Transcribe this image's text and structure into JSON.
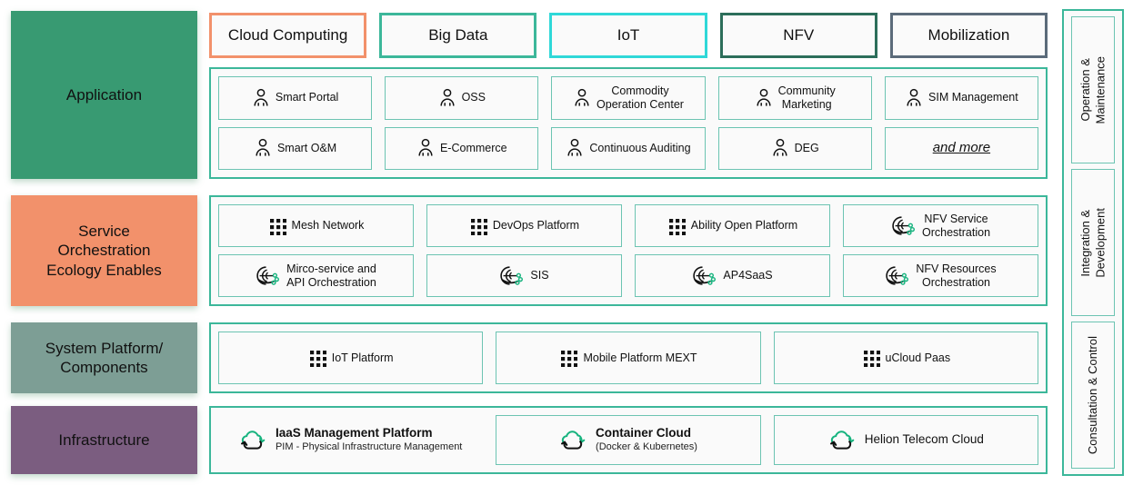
{
  "layers": [
    {
      "key": "application",
      "label": "Application",
      "color": "#389a72"
    },
    {
      "key": "service",
      "label": "Service\nOrchestration\nEcology Enables",
      "color": "#f2916b"
    },
    {
      "key": "system",
      "label": "System Platform/\nComponents",
      "color": "#7d9e95"
    },
    {
      "key": "infrastructure",
      "label": "Infrastructure",
      "color": "#7b5d80"
    }
  ],
  "categories": [
    {
      "label": "Cloud Computing",
      "border": "#f2916b"
    },
    {
      "label": "Big Data",
      "border": "#3cb79a"
    },
    {
      "label": "IoT",
      "border": "#2fd8d8"
    },
    {
      "label": "NFV",
      "border": "#2c6e5a"
    },
    {
      "label": "Mobilization",
      "border": "#5b6b7a"
    }
  ],
  "application_tiles": [
    {
      "label": "Smart Portal",
      "icon": "person-icon"
    },
    {
      "label": "OSS",
      "icon": "person-icon"
    },
    {
      "label": "Commodity\nOperation Center",
      "icon": "person-icon"
    },
    {
      "label": "Community\nMarketing",
      "icon": "person-icon"
    },
    {
      "label": "SIM Management",
      "icon": "person-icon"
    },
    {
      "label": "Smart O&M",
      "icon": "person-icon"
    },
    {
      "label": "E-Commerce",
      "icon": "person-icon"
    },
    {
      "label": "Continuous Auditing",
      "icon": "person-icon"
    },
    {
      "label": "DEG",
      "icon": "person-icon"
    },
    {
      "label": "and more",
      "icon": "none",
      "style": "more"
    }
  ],
  "service_tiles": [
    {
      "label": "Mesh Network",
      "icon": "dot-grid-icon"
    },
    {
      "label": "DevOps Platform",
      "icon": "dot-grid-icon"
    },
    {
      "label": "Ability Open Platform",
      "icon": "dot-grid-icon"
    },
    {
      "label": "NFV Service\nOrchestration",
      "icon": "orchestration-icon"
    },
    {
      "label": "Mirco-service and\nAPI Orchestration",
      "icon": "orchestration-icon"
    },
    {
      "label": "SIS",
      "icon": "orchestration-icon"
    },
    {
      "label": "AP4SaaS",
      "icon": "orchestration-icon"
    },
    {
      "label": "NFV Resources\nOrchestration",
      "icon": "orchestration-icon"
    }
  ],
  "system_tiles": [
    {
      "label": "IoT Platform",
      "icon": "dot-grid-icon"
    },
    {
      "label": "Mobile Platform MEXT",
      "icon": "dot-grid-icon"
    },
    {
      "label": "uCloud Paas",
      "icon": "dot-grid-icon"
    }
  ],
  "infrastructure_tiles": [
    {
      "title": "IaaS Management Platform",
      "subtitle": "PIM - Physical Infrastructure Management",
      "icon": "cloud-refresh-icon",
      "bordered": false
    },
    {
      "title": "Container Cloud",
      "subtitle": "(Docker & Kubernetes)",
      "icon": "cloud-refresh-icon",
      "bordered": true
    },
    {
      "title": "Helion Telecom Cloud",
      "subtitle": "",
      "icon": "cloud-refresh-icon",
      "bordered": true
    }
  ],
  "side_column": [
    {
      "label": "Operation &\nMaintenance"
    },
    {
      "label": "Integration &\nDevelopment"
    },
    {
      "label": "Consultation & Control"
    }
  ],
  "colors": {
    "accent_teal": "#3cb79a",
    "tile_border": "#6cc4b2",
    "tile_bg": "#fafafa",
    "icon_green": "#16b37e"
  }
}
